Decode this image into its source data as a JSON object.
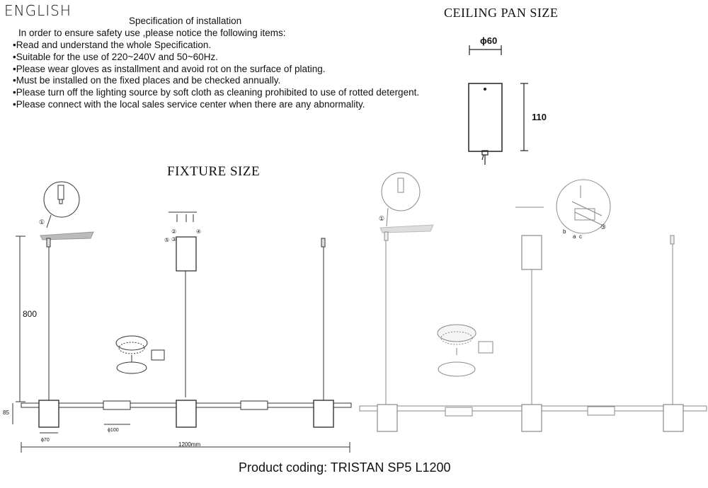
{
  "header": {
    "language": "ENGLISH"
  },
  "spec": {
    "title": "Specification of installation",
    "intro": "In order to ensure safety use ,please notice the following items:",
    "items": [
      "•Read and understand the whole Specification.",
      "•Suitable for the use of 220~240V and 50~60Hz.",
      "•Please wear gloves as installment and avoid rot on the surface of plating.",
      "•Must be installed on the fixed places and be checked annually.",
      "•Please turn off the lighting source by soft cloth as cleaning prohibited to use of rotted detergent.",
      "•Please connect with the local sales service center when there are any abnormality."
    ]
  },
  "ceiling_pan": {
    "title": "CEILING PAN SIZE",
    "diameter": "ϕ60",
    "height": "110"
  },
  "fixture": {
    "title": "FIXTURE SIZE",
    "drop_height": "800",
    "bar_height": "85",
    "shade_diameter": "ϕ70",
    "panel_diameter": "ϕ100",
    "total_length": "1200mm",
    "callouts": [
      "①",
      "②",
      "③",
      "④",
      "⑤"
    ],
    "wiring_callouts": [
      "b",
      "a",
      "c",
      "③"
    ]
  },
  "footer": {
    "product_coding": "Product coding: TRISTAN SP5 L1200"
  }
}
